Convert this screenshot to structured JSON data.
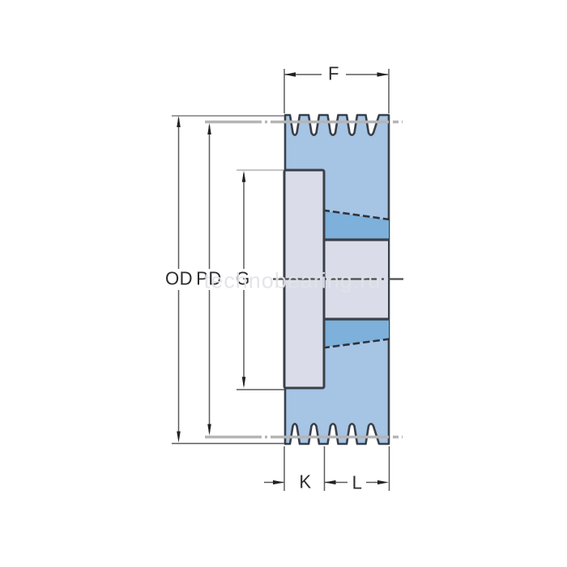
{
  "drawing": {
    "watermark": "technobearing.ru",
    "labels": {
      "f": "F",
      "od": "OD",
      "pd": "PD",
      "g": "G",
      "k": "K",
      "l": "L"
    },
    "colors": {
      "body": "#a6c4e4",
      "taper_bushing": "#7db0da",
      "hub_bore": "#dadde9",
      "outline": "#3a4048",
      "pitch_line": "#b5b5b5",
      "dimension": "#5a5a5a",
      "arrow": "#222222",
      "label_text": "#2d2d2d",
      "watermark_text": "#e2e3e7"
    }
  }
}
